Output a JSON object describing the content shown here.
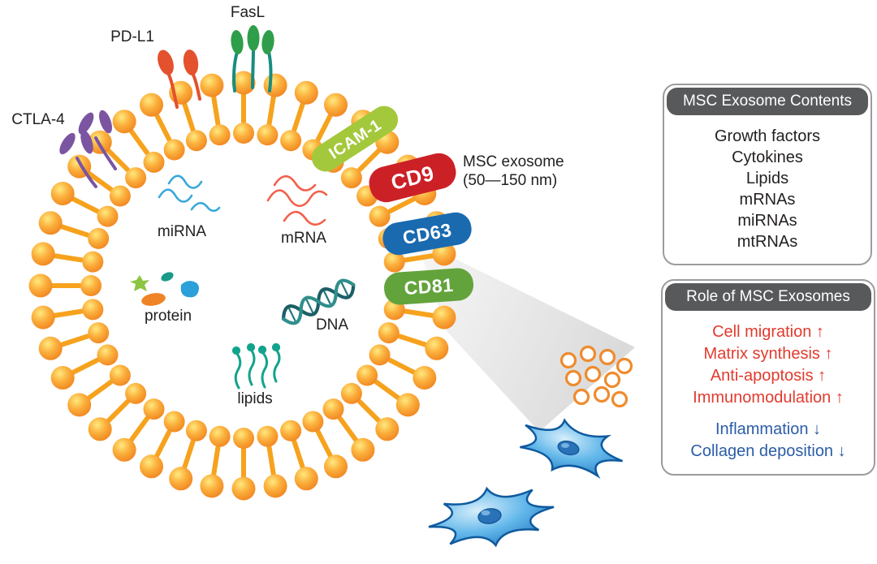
{
  "figure": {
    "surface_markers": {
      "ctla4": "CTLA-4",
      "pdl1": "PD-L1",
      "fasl": "FasL",
      "icam1": "ICAM-1",
      "cd9": "CD9",
      "cd63": "CD63",
      "cd81": "CD81"
    },
    "exosome_label_line1": "MSC exosome",
    "exosome_label_line2": "(50—150 nm)",
    "cargo_labels": {
      "mirna": "miRNA",
      "mrna": "mRNA",
      "protein": "protein",
      "dna": "DNA",
      "lipids": "lipids"
    }
  },
  "panels": {
    "contents": {
      "title": "MSC Exosome Contents",
      "items": [
        "Growth factors",
        "Cytokines",
        "Lipids",
        "mRNAs",
        "miRNAs",
        "mtRNAs"
      ]
    },
    "roles": {
      "title": "Role of MSC Exosomes",
      "up_items": [
        "Cell migration ↑",
        "Matrix synthesis ↑",
        "Anti-apoptosis ↑",
        "Immunomodulation ↑"
      ],
      "down_items": [
        "Inflammation ↓",
        "Collagen deposition ↓"
      ]
    }
  },
  "colors": {
    "membrane_orange": "#f39121",
    "up_red": "#e23a2e",
    "down_blue": "#2b5ca8",
    "header_gray": "#58595b",
    "cd9_red": "#cc2027",
    "cd63_blue": "#1a6ab0",
    "cd81_green": "#63a33c",
    "icam1_green": "#a3c83c",
    "ctla4_purple": "#7b55a2",
    "fasl_green": "#2f9e4a",
    "pdl1_red": "#e4512d",
    "cell_blue": "#1e74bd"
  }
}
